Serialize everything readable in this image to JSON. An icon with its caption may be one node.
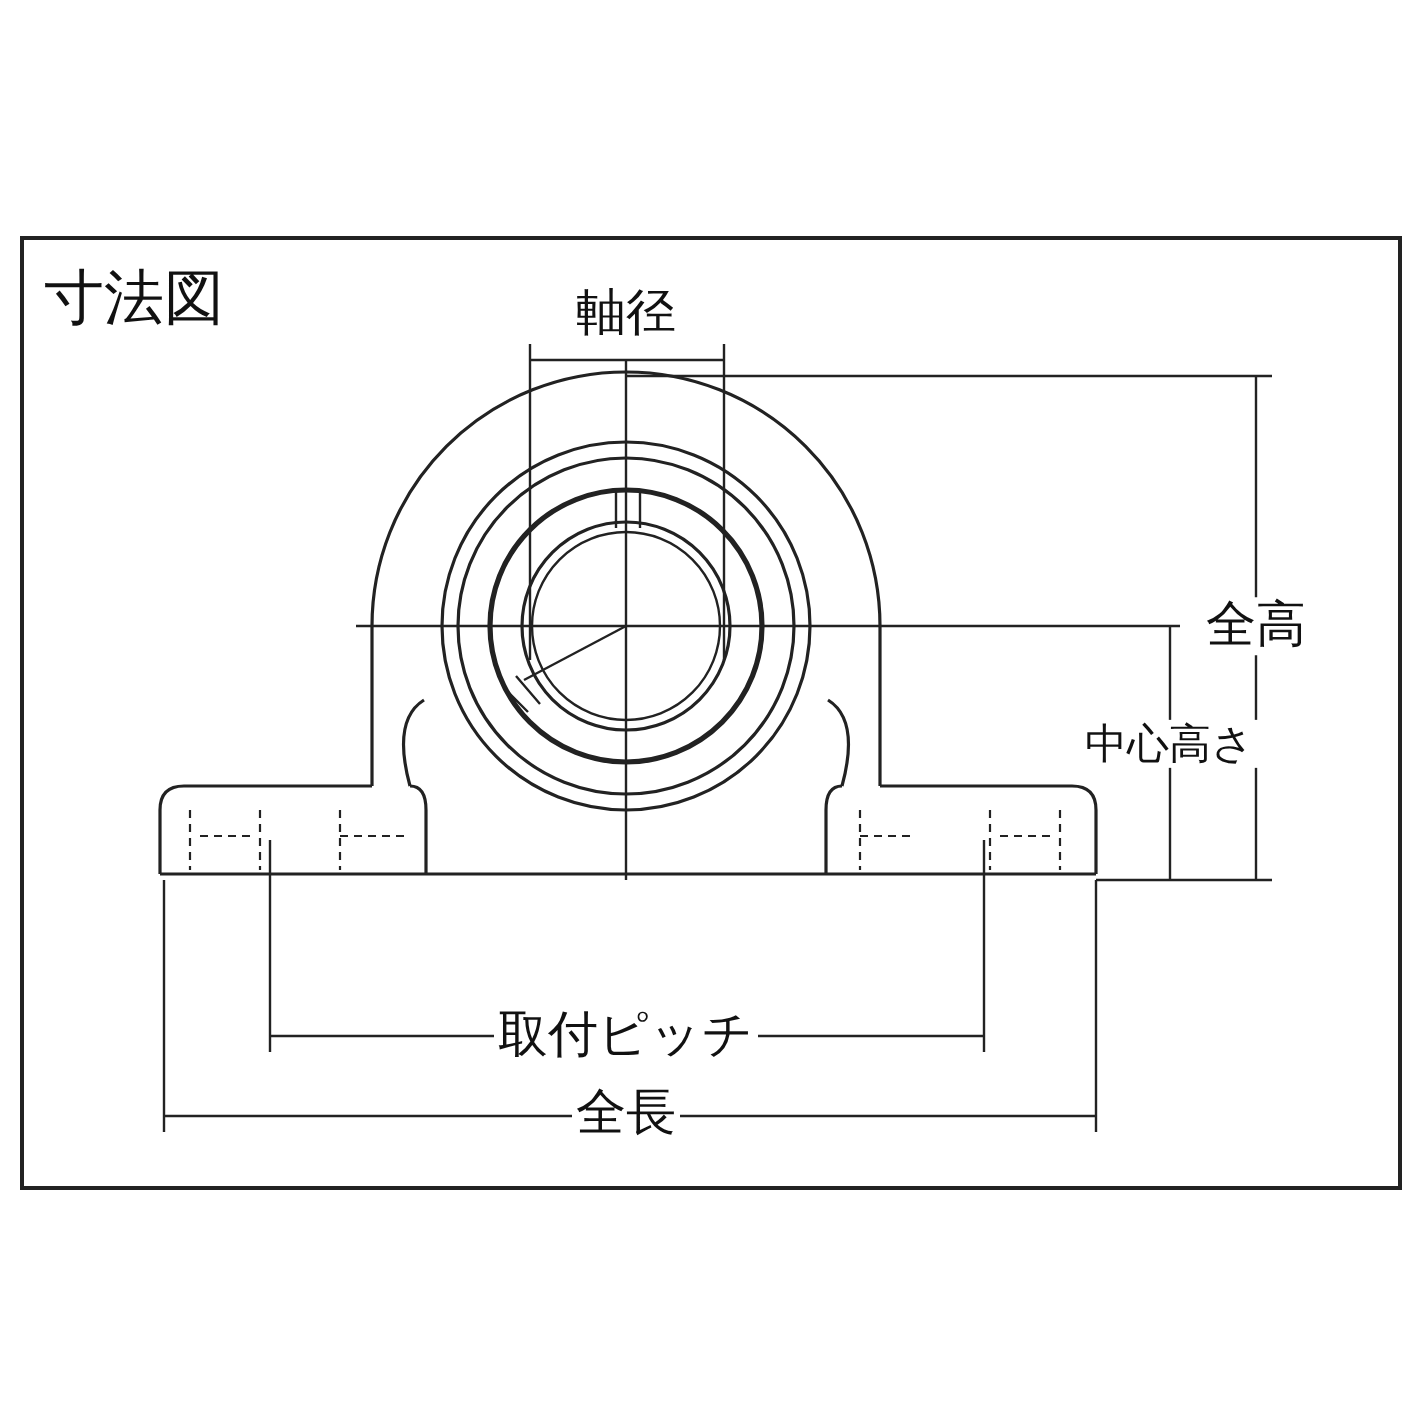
{
  "diagram": {
    "title": "寸法図",
    "labels": [
      "軸径",
      "全高",
      "中心高さ",
      "取付ピッチ",
      "全長"
    ]
  }
}
